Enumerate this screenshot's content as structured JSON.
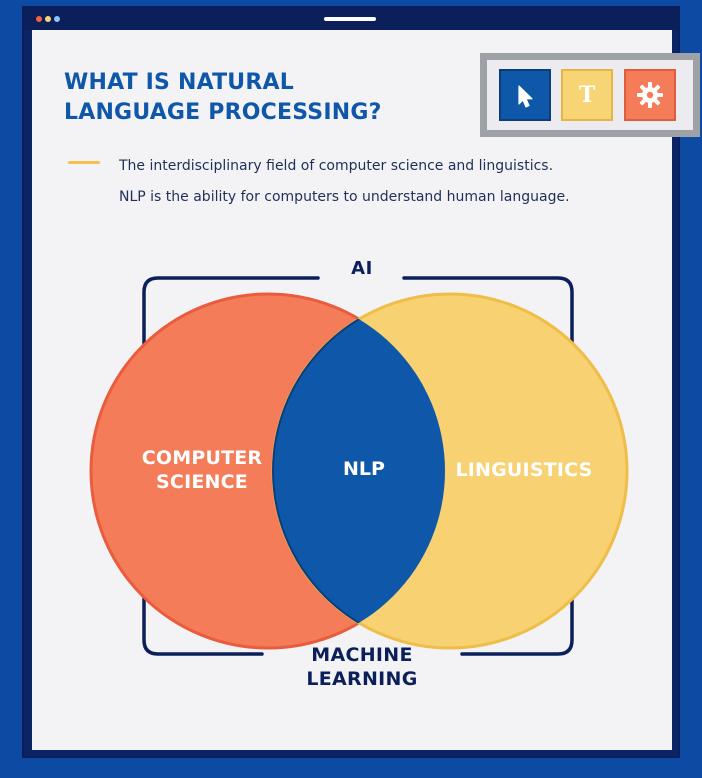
{
  "title": "WHAT IS NATURAL LANGUAGE PROCESSING?",
  "description": {
    "line1": "The interdisciplinary field of computer science and linguistics.",
    "line2": "NLP is the ability for computers to understand human language."
  },
  "toolbar": {
    "buttons": [
      {
        "icon": "pointer-icon",
        "color": "#0f57a8"
      },
      {
        "icon": "text-tool-icon",
        "label": "T",
        "color": "#f7d474"
      },
      {
        "icon": "gear-icon",
        "color": "#f47c58"
      }
    ]
  },
  "diagram": {
    "outer_top_label": "AI",
    "outer_bottom_label": "MACHINE LEARNING",
    "circles": [
      {
        "label": "COMPUTER SCIENCE",
        "color": "#f47c58"
      },
      {
        "label": "LINGUISTICS",
        "color": "#f8d172"
      }
    ],
    "intersection": {
      "label": "NLP",
      "color": "#0f57a8"
    }
  },
  "colors": {
    "background": "#0d4aa3",
    "frame": "#0b2466",
    "page": "#f3f3f6",
    "title": "#0f57a8",
    "accent": "#f6c04e",
    "navy": "#0b1f5a"
  }
}
